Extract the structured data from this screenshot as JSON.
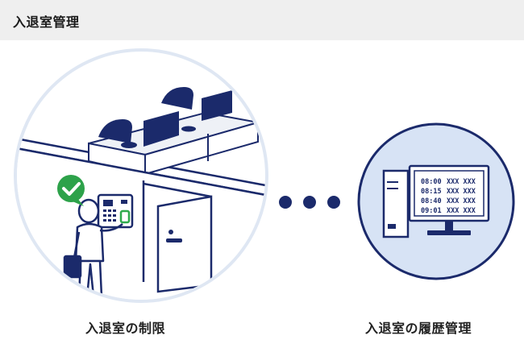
{
  "header": {
    "title": "入退室管理"
  },
  "left_caption": "入退室の制限",
  "right_caption": "入退室の履歴管理",
  "log": {
    "entries": [
      {
        "time": "08:00",
        "name": "XXX XXX"
      },
      {
        "time": "08:15",
        "name": "XXX XXX"
      },
      {
        "time": "08:40",
        "name": "XXX XXX"
      },
      {
        "time": "09:01",
        "name": "XXX XXX"
      }
    ]
  },
  "colors": {
    "navy": "#1b2a6b",
    "light_blue": "#d7e3f5",
    "circle_ring": "#dfe7f3",
    "check_green": "#2da24a",
    "accent_green": "#2faa4c"
  }
}
